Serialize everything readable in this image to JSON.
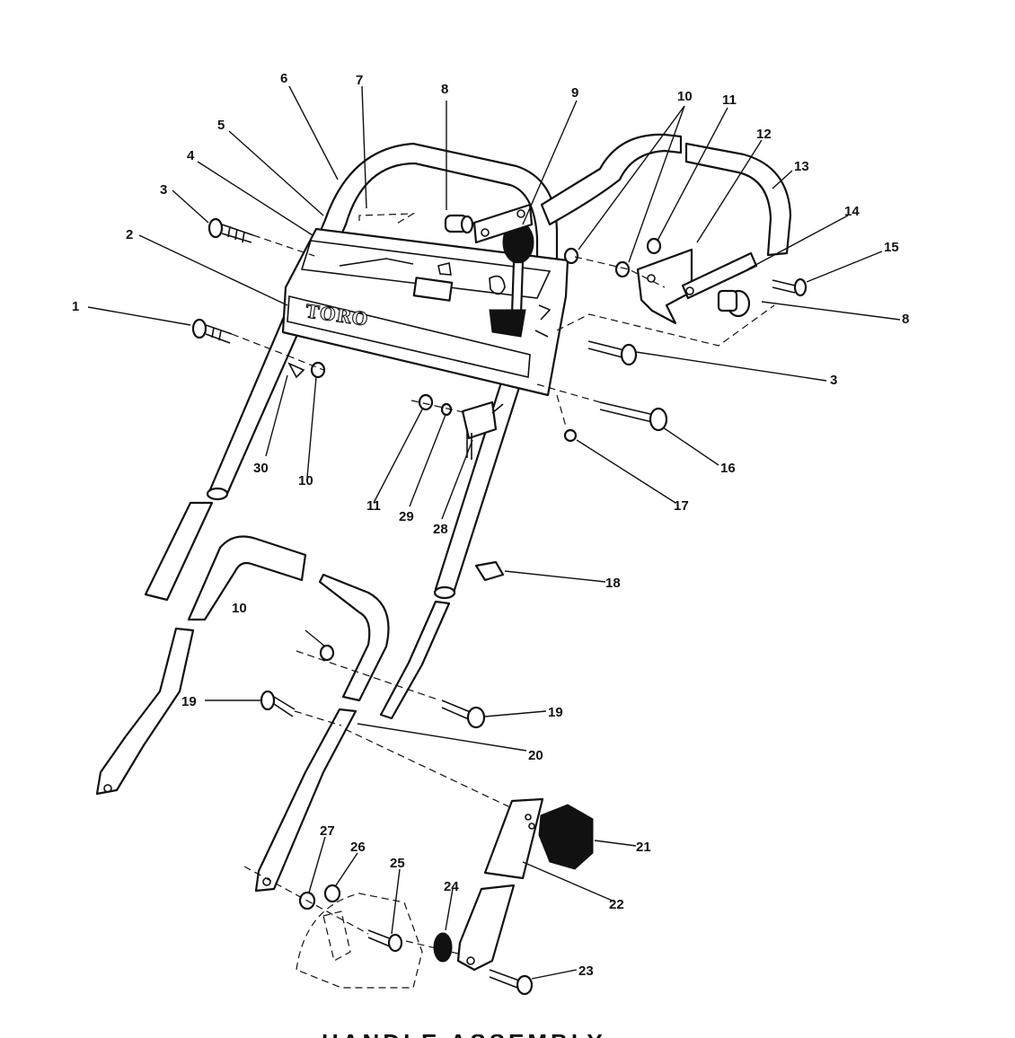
{
  "diagram": {
    "brand": "TORO",
    "footer_caption": "HANDLE ASSEMBLY",
    "callouts": [
      {
        "id": "c1",
        "label": "1"
      },
      {
        "id": "c2",
        "label": "2"
      },
      {
        "id": "c3a",
        "label": "3"
      },
      {
        "id": "c3b",
        "label": "3"
      },
      {
        "id": "c4",
        "label": "4"
      },
      {
        "id": "c5",
        "label": "5"
      },
      {
        "id": "c6",
        "label": "6"
      },
      {
        "id": "c7",
        "label": "7"
      },
      {
        "id": "c8a",
        "label": "8"
      },
      {
        "id": "c8b",
        "label": "8"
      },
      {
        "id": "c9",
        "label": "9"
      },
      {
        "id": "c10a",
        "label": "10"
      },
      {
        "id": "c10b",
        "label": "10"
      },
      {
        "id": "c10c",
        "label": "10"
      },
      {
        "id": "c11a",
        "label": "11"
      },
      {
        "id": "c11b",
        "label": "11"
      },
      {
        "id": "c12",
        "label": "12"
      },
      {
        "id": "c13",
        "label": "13"
      },
      {
        "id": "c14",
        "label": "14"
      },
      {
        "id": "c15",
        "label": "15"
      },
      {
        "id": "c16",
        "label": "16"
      },
      {
        "id": "c17",
        "label": "17"
      },
      {
        "id": "c18",
        "label": "18"
      },
      {
        "id": "c19a",
        "label": "19"
      },
      {
        "id": "c19b",
        "label": "19"
      },
      {
        "id": "c20",
        "label": "20"
      },
      {
        "id": "c21",
        "label": "21"
      },
      {
        "id": "c22",
        "label": "22"
      },
      {
        "id": "c23",
        "label": "23"
      },
      {
        "id": "c24",
        "label": "24"
      },
      {
        "id": "c25",
        "label": "25"
      },
      {
        "id": "c26",
        "label": "26"
      },
      {
        "id": "c27",
        "label": "27"
      },
      {
        "id": "c28",
        "label": "28"
      },
      {
        "id": "c29",
        "label": "29"
      },
      {
        "id": "c30",
        "label": "30"
      }
    ]
  }
}
